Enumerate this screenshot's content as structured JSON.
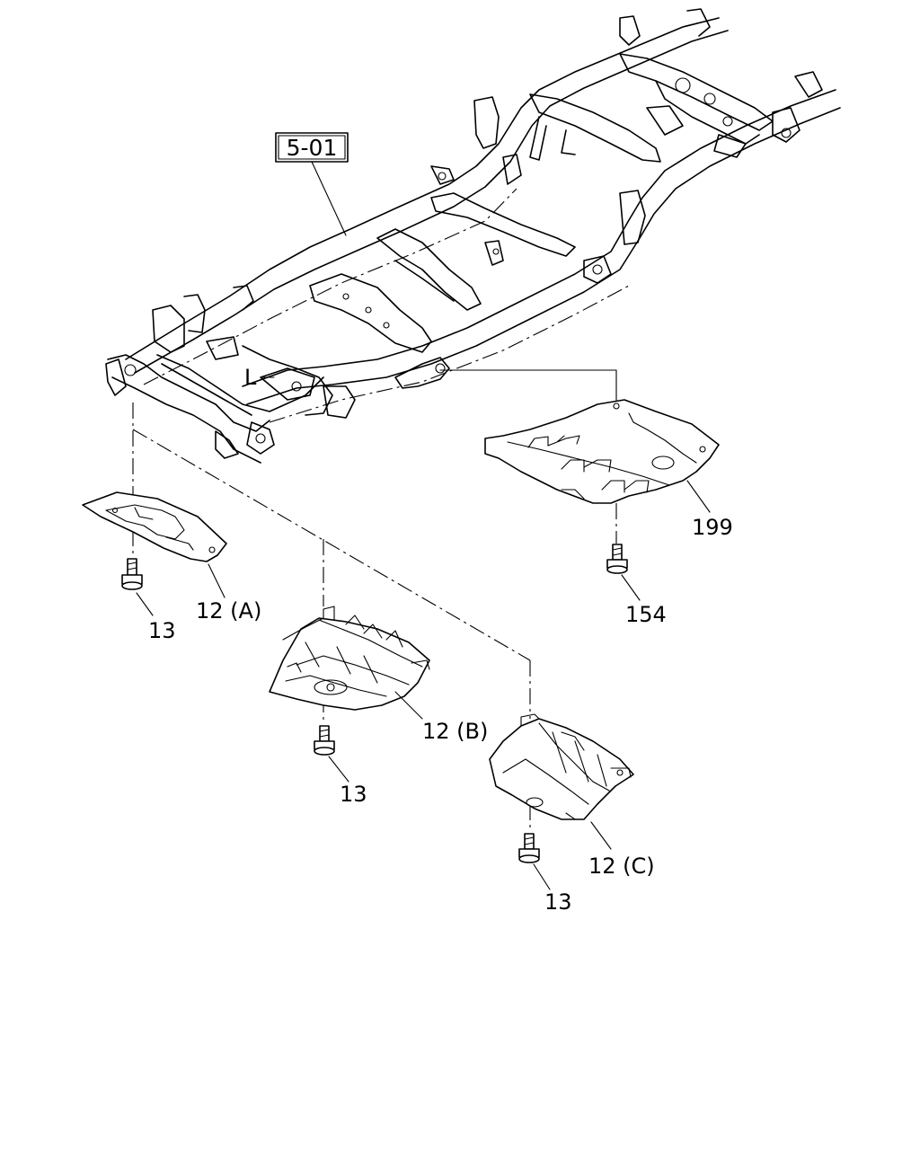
{
  "reference_box": "5-01",
  "frame_mark": "L",
  "callouts": {
    "guard_12a": "12 (A)",
    "guard_12b": "12 (B)",
    "guard_12c": "12 (C)",
    "guard_199": "199",
    "bolt_154": "154",
    "bolt_13_a": "13",
    "bolt_13_b": "13",
    "bolt_13_c": "13"
  }
}
